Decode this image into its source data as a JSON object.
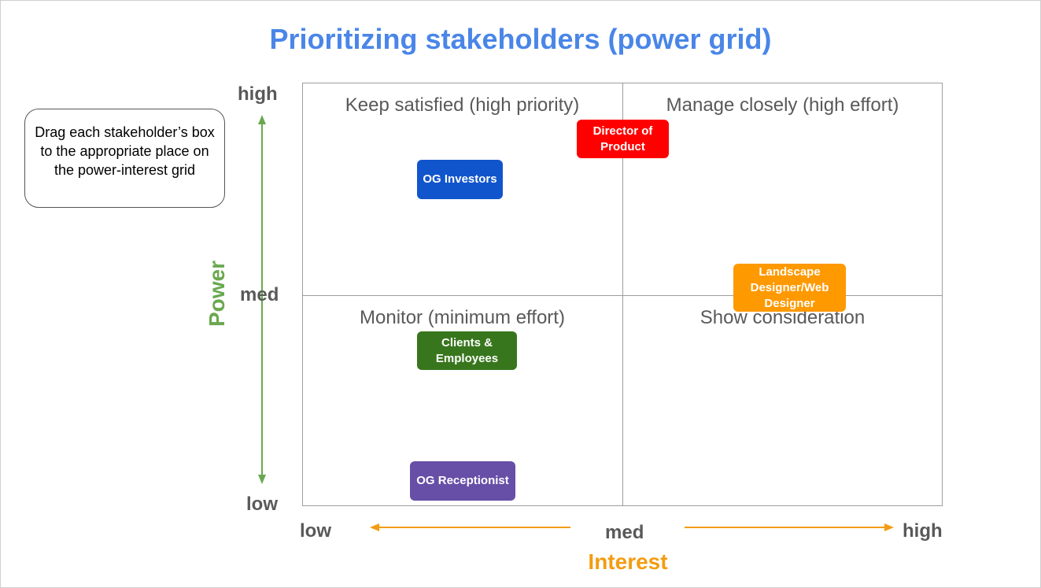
{
  "title": "Prioritizing stakeholders (power grid)",
  "instructions": "Drag each stakeholder’s box to the appropriate place on the power-interest grid",
  "quadrants": {
    "top_left": "Keep satisfied (high priority)",
    "top_right": "Manage closely (high effort)",
    "bottom_left": "Monitor (minimum effort)",
    "bottom_right": "Show consideration"
  },
  "y_axis": {
    "title": "Power",
    "ticks": {
      "high": "high",
      "med": "med",
      "low": "low"
    },
    "color": "#6aa84f"
  },
  "x_axis": {
    "title": "Interest",
    "ticks": {
      "low": "low",
      "med": "med",
      "high": "high"
    },
    "color": "#f39c12"
  },
  "stakeholders": {
    "director": {
      "label": "Director of Product",
      "color": "#ff0000"
    },
    "investors": {
      "label": "OG Investors",
      "color": "#1155cc"
    },
    "designer": {
      "label": "Landscape Designer/Web Designer",
      "color": "#ff9900"
    },
    "clients": {
      "label": "Clients & Employees",
      "color": "#38761d"
    },
    "receptionist": {
      "label": "OG Receptionist",
      "color": "#674ea7"
    }
  }
}
